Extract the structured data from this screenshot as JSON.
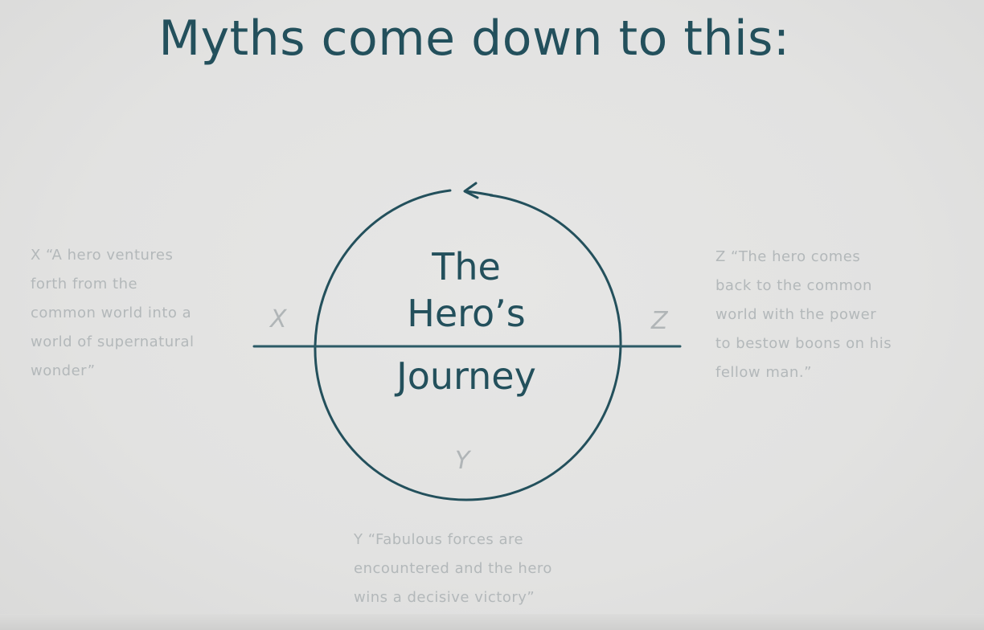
{
  "slide": {
    "title": "Myths come down to this:"
  },
  "diagram": {
    "center_lines": [
      "The",
      "Hero’s",
      "Journey"
    ],
    "markers": {
      "x": "X",
      "y": "Y",
      "z": "Z"
    },
    "notes": {
      "x": [
        "X  “A hero ventures",
        "forth from the",
        "common world into a",
        "world of supernatural",
        "wonder”"
      ],
      "z": [
        "Z  “The hero comes",
        "back to the common",
        "world with the power",
        "to bestow boons on his",
        "fellow man.”"
      ],
      "y": [
        "Y  “Fabulous forces are",
        "encountered and the hero",
        "wins a decisive victory”"
      ]
    },
    "colors": {
      "ink": "#23505c",
      "faint_text": "#b3b8ba",
      "background": "#e3e3e2"
    }
  }
}
